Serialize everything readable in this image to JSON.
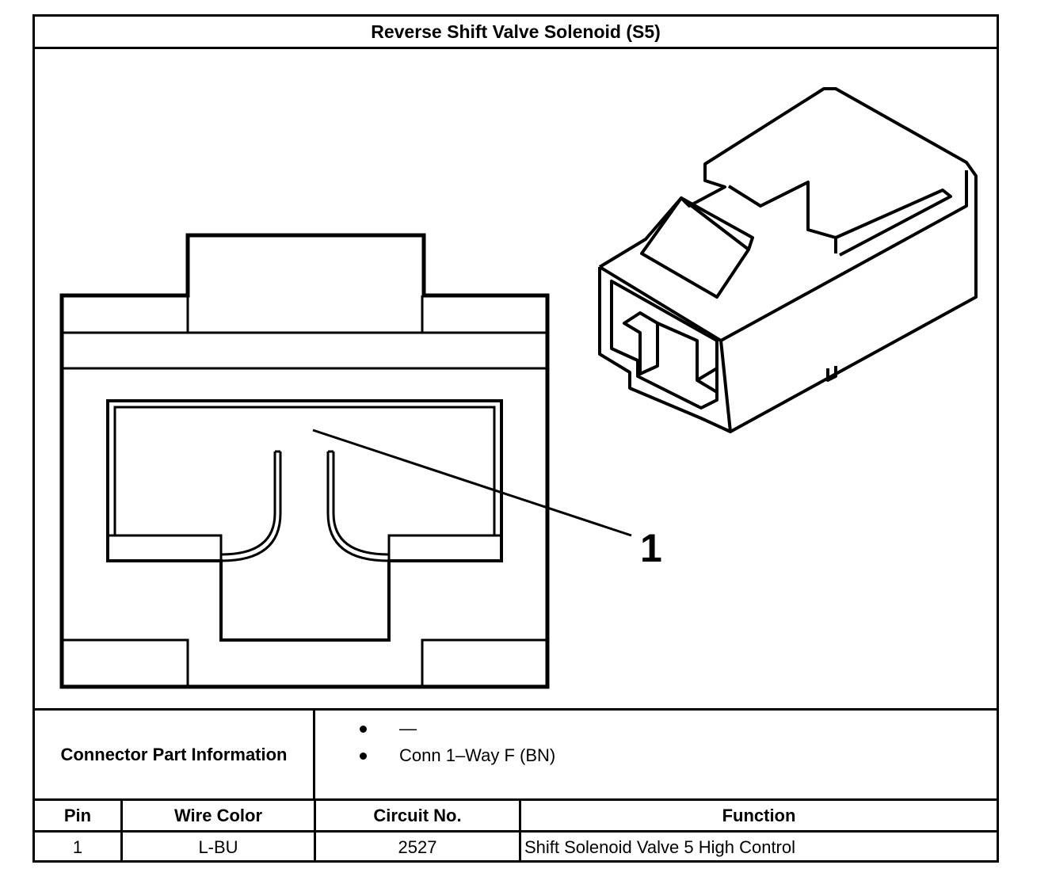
{
  "title": "Reverse Shift Valve Solenoid (S5)",
  "callout_label": "1",
  "connector_info": {
    "label": "Connector Part Information",
    "items": [
      "—",
      "Conn 1–Way F (BN)"
    ]
  },
  "pin_table": {
    "headers": [
      "Pin",
      "Wire Color",
      "Circuit No.",
      "Function"
    ],
    "rows": [
      [
        "1",
        "L-BU",
        "2527",
        "Shift Solenoid Valve 5 High Control"
      ]
    ]
  },
  "icons": [
    "connector-face-view-icon",
    "connector-isometric-icon"
  ]
}
